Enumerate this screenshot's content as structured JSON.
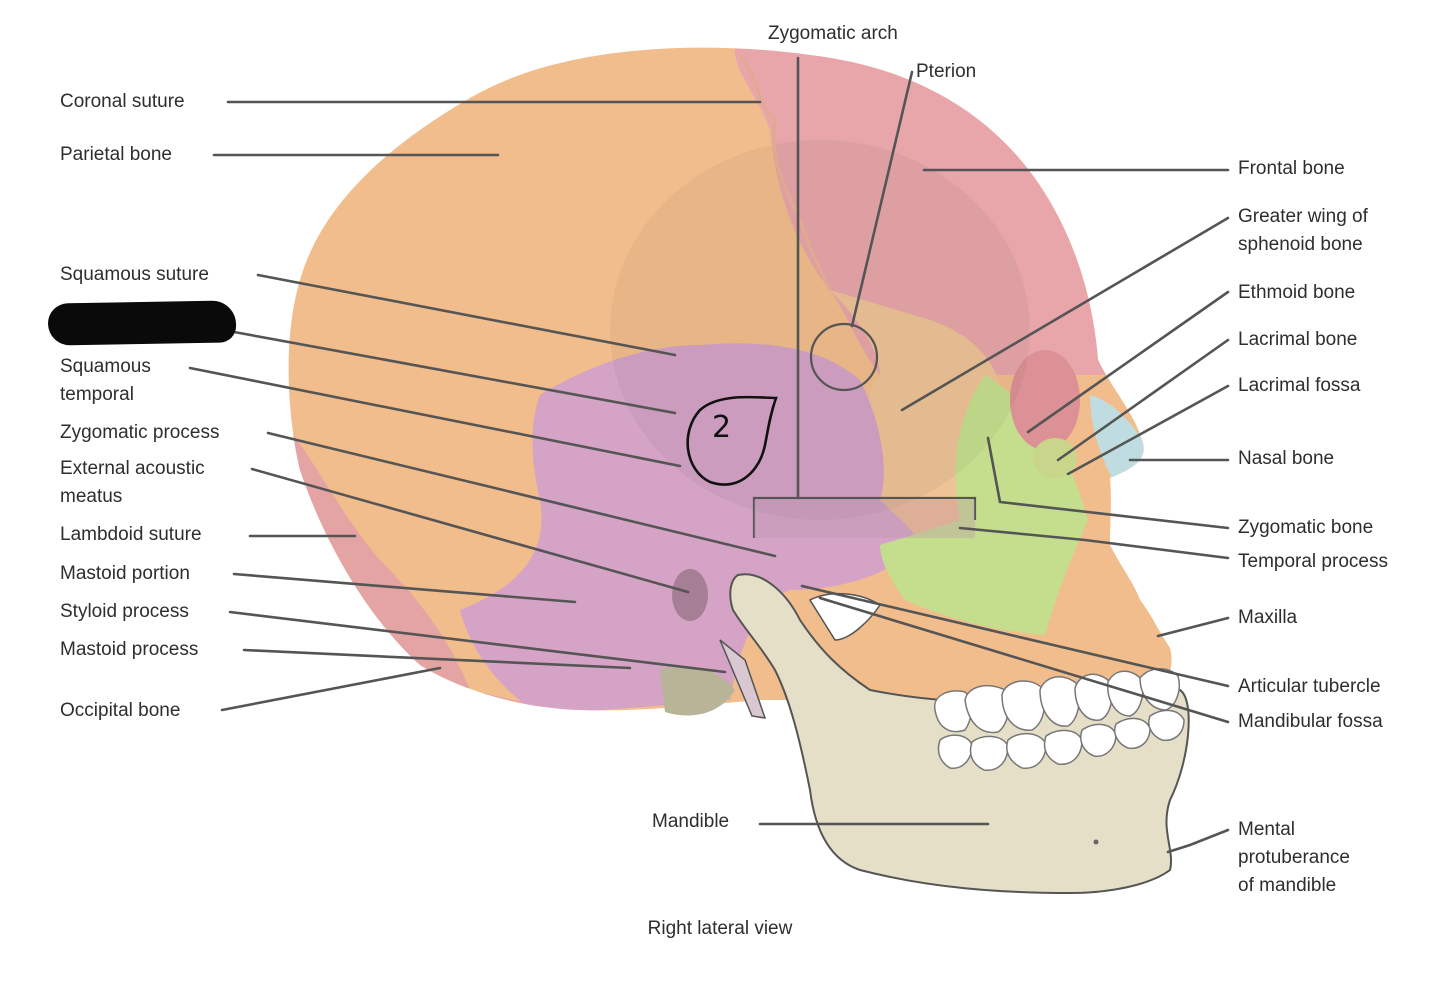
{
  "figure": {
    "caption": "Right lateral view",
    "handwritten_mark": "2",
    "colors": {
      "parietal": "#f1bd8c",
      "frontal": "#e8a6aa",
      "temporal": "#d4a3c5",
      "sphenoid": "#eec396",
      "zygomatic": "#c5de8d",
      "mandible": "#e5dfc8",
      "nasal": "#bfdde0",
      "occipital": "#e5a4a4",
      "outline": "#333333",
      "leader": "#555555"
    }
  },
  "labels": {
    "left": [
      {
        "id": "coronal-suture",
        "text": "Coronal suture"
      },
      {
        "id": "parietal-bone",
        "text": "Parietal bone"
      },
      {
        "id": "squamous-suture",
        "text": "Squamous suture"
      },
      {
        "id": "redacted-label",
        "text": ""
      },
      {
        "id": "squamous-temporal",
        "text": "Squamous\ntemporal"
      },
      {
        "id": "zygomatic-process",
        "text": "Zygomatic process"
      },
      {
        "id": "external-acoustic-meatus",
        "text": "External acoustic\nmeatus"
      },
      {
        "id": "lambdoid-suture",
        "text": "Lambdoid suture"
      },
      {
        "id": "mastoid-portion",
        "text": "Mastoid portion"
      },
      {
        "id": "styloid-process",
        "text": "Styloid process"
      },
      {
        "id": "mastoid-process",
        "text": "Mastoid process"
      },
      {
        "id": "occipital-bone",
        "text": "Occipital bone"
      }
    ],
    "top": [
      {
        "id": "zygomatic-arch",
        "text": "Zygomatic arch"
      },
      {
        "id": "pterion",
        "text": "Pterion"
      }
    ],
    "right": [
      {
        "id": "frontal-bone",
        "text": "Frontal bone"
      },
      {
        "id": "greater-wing-sphenoid",
        "text": "Greater wing of\nsphenoid bone"
      },
      {
        "id": "ethmoid-bone",
        "text": "Ethmoid bone"
      },
      {
        "id": "lacrimal-bone",
        "text": "Lacrimal bone"
      },
      {
        "id": "lacrimal-fossa",
        "text": "Lacrimal fossa"
      },
      {
        "id": "nasal-bone",
        "text": "Nasal bone"
      },
      {
        "id": "zygomatic-bone",
        "text": "Zygomatic bone"
      },
      {
        "id": "temporal-process",
        "text": "Temporal process"
      },
      {
        "id": "maxilla",
        "text": "Maxilla"
      },
      {
        "id": "articular-tubercle",
        "text": "Articular tubercle"
      },
      {
        "id": "mandibular-fossa",
        "text": "Mandibular fossa"
      },
      {
        "id": "mental-protuberance",
        "text": "Mental\nprotuberance\nof mandible"
      }
    ],
    "bottom": [
      {
        "id": "mandible",
        "text": "Mandible"
      }
    ]
  }
}
